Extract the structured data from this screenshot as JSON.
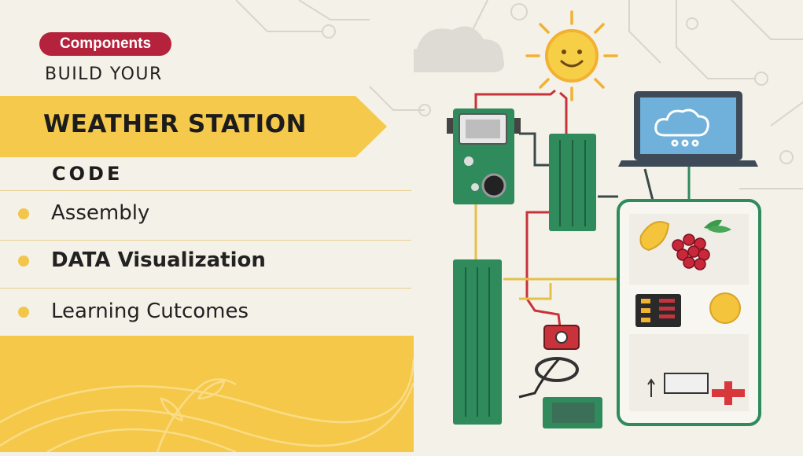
{
  "header": {
    "badge": "Components",
    "line1": "BUILD YOUR",
    "title": "WEATHER STATION",
    "subtitle": "CODE"
  },
  "menu": {
    "items": [
      {
        "label": "Assembly",
        "bold": false
      },
      {
        "label": "DATA Visualization",
        "bold": true
      },
      {
        "label": "Learning Cutcomes",
        "bold": false
      }
    ]
  },
  "colors": {
    "accent_yellow": "#f5c94b",
    "badge_red": "#b5223b",
    "board_green": "#2f8a5c",
    "wire_red": "#c8323a",
    "screen_blue": "#6fb1da"
  },
  "illustration": {
    "icons": [
      "cloud-icon",
      "sun-icon",
      "laptop-icon",
      "cloud-upload-icon",
      "sensor-board-icon",
      "microcontroller-icon",
      "camera-sensor-icon",
      "breadboard-icon",
      "raspberry-icon",
      "lemon-icon"
    ]
  }
}
